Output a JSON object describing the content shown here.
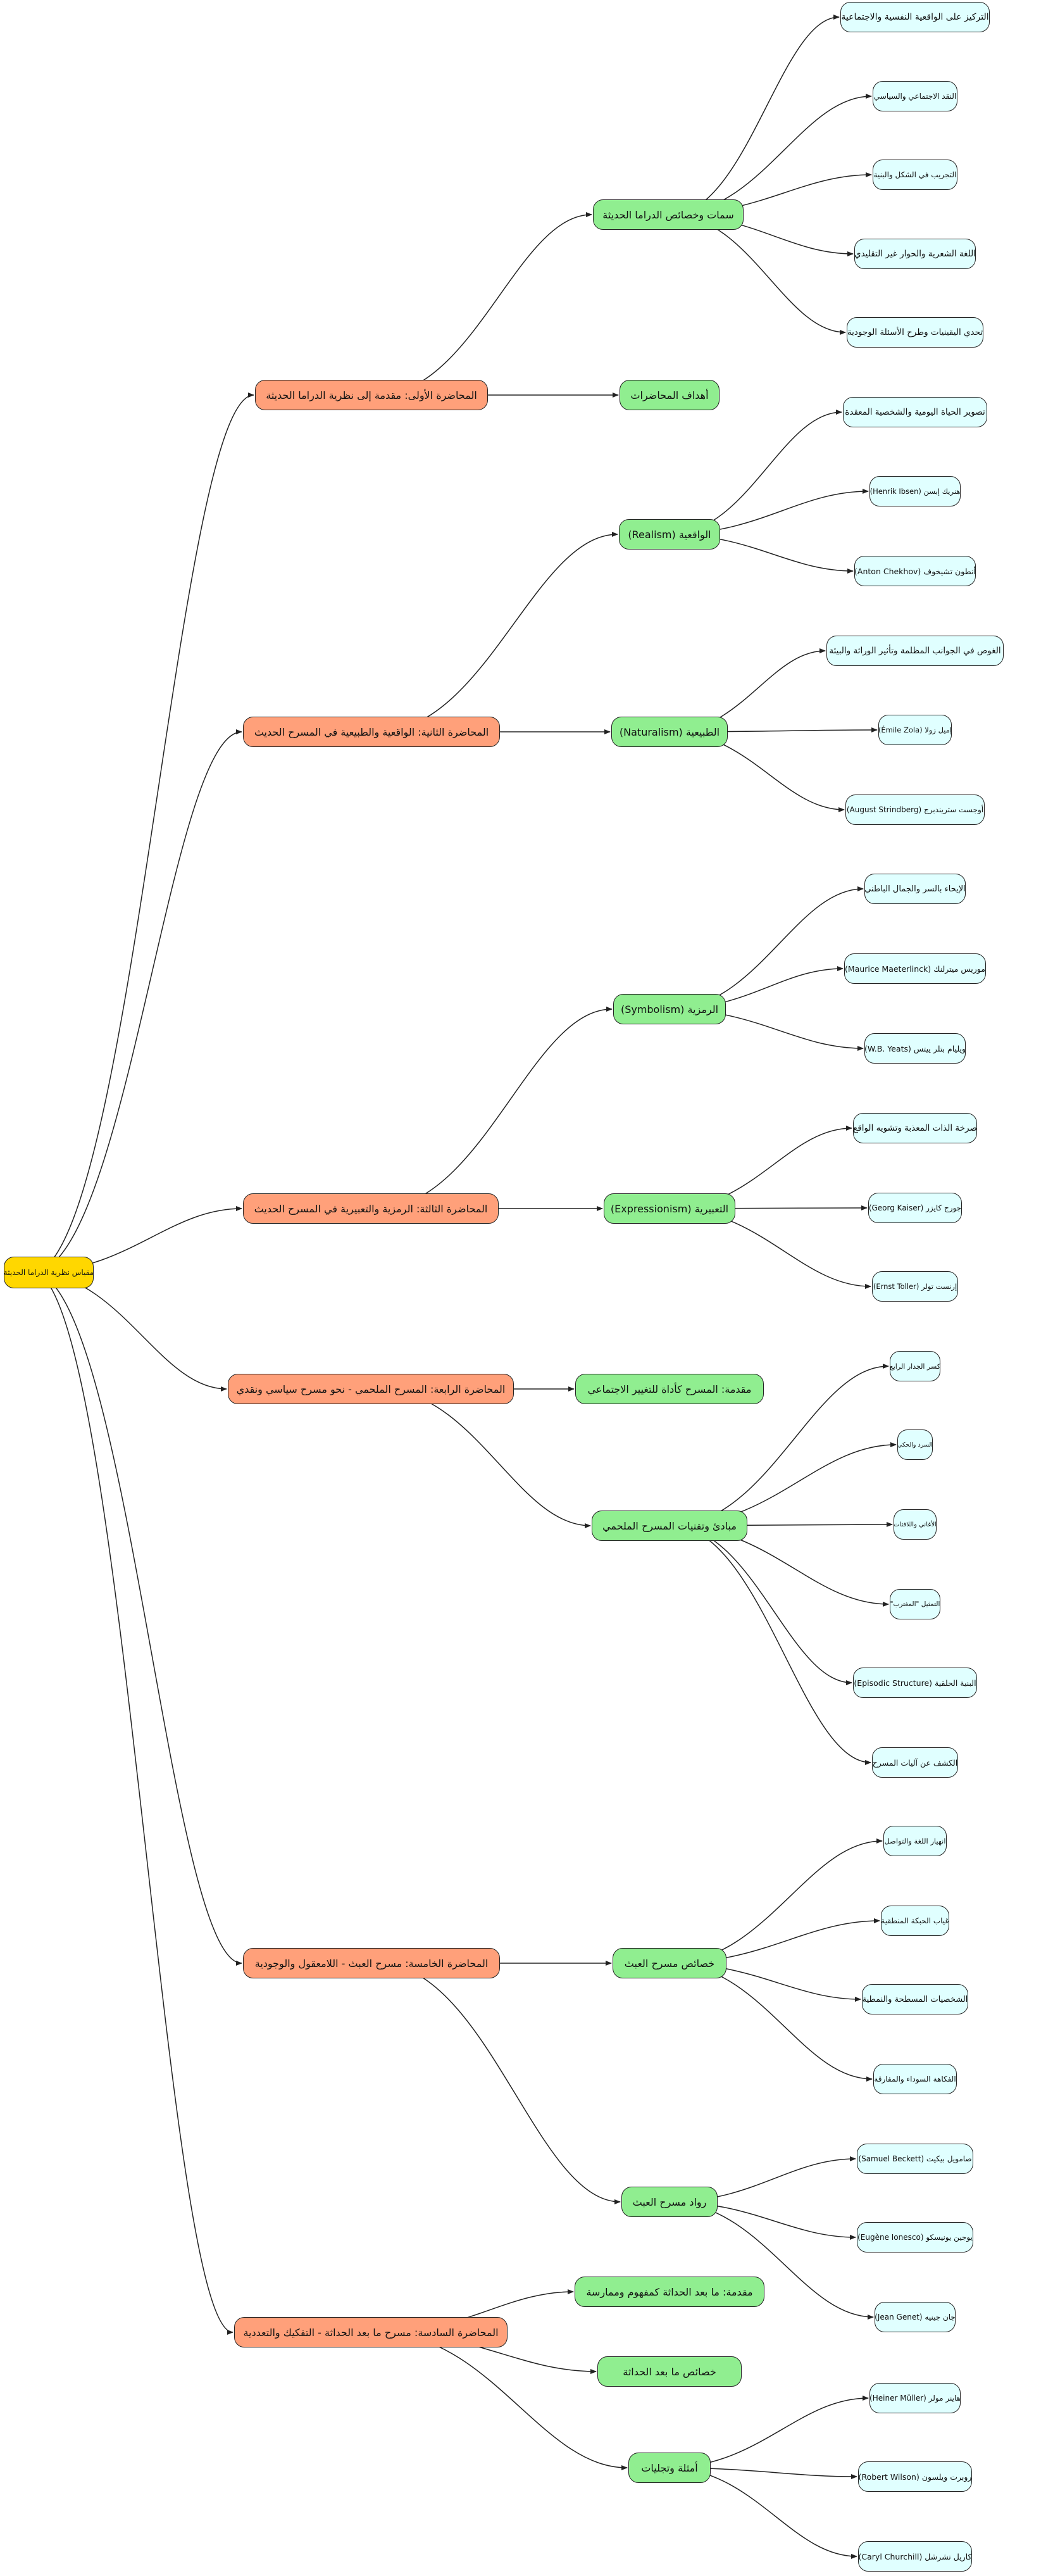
{
  "colors": {
    "root": "#FFD700",
    "lecture": "#FFA07A",
    "topic": "#90EE90",
    "detail": "#E0FFFF",
    "edge": "#222222"
  },
  "nodes": [
    {
      "id": "root",
      "level": 0,
      "label": "مقياس نظرية الدراما الحديثة"
    },
    {
      "id": "l1",
      "level": 1,
      "label": "المحاضرة الأولى: مقدمة إلى نظرية الدراما الحديثة"
    },
    {
      "id": "l2",
      "level": 1,
      "label": "المحاضرة الثانية: الواقعية والطبيعية في المسرح الحديث"
    },
    {
      "id": "l3",
      "level": 1,
      "label": "المحاضرة الثالثة: الرمزية والتعبيرية في المسرح الحديث"
    },
    {
      "id": "l4",
      "level": 1,
      "label": "المحاضرة الرابعة: المسرح الملحمي - نحو مسرح سياسي ونقدي"
    },
    {
      "id": "l5",
      "level": 1,
      "label": "المحاضرة الخامسة: مسرح العبث - اللامعقول والوجودية"
    },
    {
      "id": "l6",
      "level": 1,
      "label": "المحاضرة السادسة: مسرح ما بعد الحداثة - التفكيك والتعددية"
    },
    {
      "id": "t1a",
      "level": 2,
      "label": "سمات وخصائص الدراما الحديثة"
    },
    {
      "id": "t1b",
      "level": 2,
      "label": "أهداف المحاضرات"
    },
    {
      "id": "t2a",
      "level": 2,
      "label": "الواقعية (Realism)"
    },
    {
      "id": "t2b",
      "level": 2,
      "label": "الطبيعية (Naturalism)"
    },
    {
      "id": "t3a",
      "level": 2,
      "label": "الرمزية (Symbolism)"
    },
    {
      "id": "t3b",
      "level": 2,
      "label": "التعبيرية (Expressionism)"
    },
    {
      "id": "t4a",
      "level": 2,
      "label": "مقدمة: المسرح كأداة للتغيير الاجتماعي"
    },
    {
      "id": "t4b",
      "level": 2,
      "label": "مبادئ وتقنيات المسرح الملحمي"
    },
    {
      "id": "t5a",
      "level": 2,
      "label": "خصائص مسرح العبث"
    },
    {
      "id": "t5b",
      "level": 2,
      "label": "رواد مسرح العبث"
    },
    {
      "id": "t6a",
      "level": 2,
      "label": "مقدمة: ما بعد الحداثة كمفهوم وممارسة"
    },
    {
      "id": "t6b",
      "level": 2,
      "label": "خصائص ما بعد الحداثة"
    },
    {
      "id": "t6c",
      "level": 2,
      "label": "أمثلة وتجليات"
    },
    {
      "id": "d1",
      "level": 3,
      "label": "التركيز على الواقعية النفسية والاجتماعية"
    },
    {
      "id": "d2",
      "level": 3,
      "label": "النقد الاجتماعي والسياسي"
    },
    {
      "id": "d3",
      "level": 3,
      "label": "التجريب في الشكل والبنية"
    },
    {
      "id": "d4",
      "level": 3,
      "label": "اللغة الشعرية والحوار غير التقليدي"
    },
    {
      "id": "d5",
      "level": 3,
      "label": "تحدي اليقينيات وطرح الأسئلة الوجودية"
    },
    {
      "id": "d6",
      "level": 3,
      "label": "تصوير الحياة اليومية والشخصية المعقدة"
    },
    {
      "id": "d7",
      "level": 3,
      "label": "هنريك إبسن (Henrik Ibsen)"
    },
    {
      "id": "d8",
      "level": 3,
      "label": "أنطون تشيخوف (Anton Chekhov)"
    },
    {
      "id": "d9",
      "level": 3,
      "label": "الغوص في الجوانب المظلمة وتأثير الوراثة والبيئة"
    },
    {
      "id": "d10",
      "level": 3,
      "label": "إميل زولا (Émile Zola)"
    },
    {
      "id": "d11",
      "level": 3,
      "label": "أوجست ستريندبرج (August Strindberg)"
    },
    {
      "id": "d12",
      "level": 3,
      "label": "الإيحاء بالسر والجمال الباطني"
    },
    {
      "id": "d13",
      "level": 3,
      "label": "موريس ميترلنك (Maurice Maeterlinck)"
    },
    {
      "id": "d14",
      "level": 3,
      "label": "ويليام بتلر ييتس (W.B. Yeats)"
    },
    {
      "id": "d15",
      "level": 3,
      "label": "صرخة الذات المعذبة وتشويه الواقع"
    },
    {
      "id": "d16",
      "level": 3,
      "label": "جورج كايزر (Georg Kaiser)"
    },
    {
      "id": "d17",
      "level": 3,
      "label": "إرنست تولر (Ernst Toller)"
    },
    {
      "id": "d18",
      "level": 3,
      "label": "كسر الجدار الرابع"
    },
    {
      "id": "d19",
      "level": 3,
      "label": "السرد والحكي"
    },
    {
      "id": "d20",
      "level": 3,
      "label": "الأغاني واللافتات"
    },
    {
      "id": "d21",
      "level": 3,
      "label": "التمثيل \"المغترب\""
    },
    {
      "id": "d22",
      "level": 3,
      "label": "البنية الحلقية (Episodic Structure)"
    },
    {
      "id": "d23",
      "level": 3,
      "label": "الكشف عن آليات المسرح"
    },
    {
      "id": "d24",
      "level": 3,
      "label": "انهيار اللغة والتواصل"
    },
    {
      "id": "d25",
      "level": 3,
      "label": "غياب الحبكة المنطقية"
    },
    {
      "id": "d26",
      "level": 3,
      "label": "الشخصيات المسطحة والنمطية"
    },
    {
      "id": "d27",
      "level": 3,
      "label": "الفكاهة السوداء والمفارقة"
    },
    {
      "id": "d28",
      "level": 3,
      "label": "صامويل بيكيت (Samuel Beckett)"
    },
    {
      "id": "d29",
      "level": 3,
      "label": "يوجين يونيسكو (Eugène Ionesco)"
    },
    {
      "id": "d30",
      "level": 3,
      "label": "جان جينيه (Jean Genet)"
    },
    {
      "id": "d31",
      "level": 3,
      "label": "هاينر مولر (Heiner Müller)"
    },
    {
      "id": "d32",
      "level": 3,
      "label": "روبرت ويلسون (Robert Wilson)"
    },
    {
      "id": "d33",
      "level": 3,
      "label": "كاريل تشرشل (Caryl Churchill)"
    }
  ],
  "edges": [
    [
      "root",
      "l1"
    ],
    [
      "root",
      "l2"
    ],
    [
      "root",
      "l3"
    ],
    [
      "root",
      "l4"
    ],
    [
      "root",
      "l5"
    ],
    [
      "root",
      "l6"
    ],
    [
      "l1",
      "t1a"
    ],
    [
      "l1",
      "t1b"
    ],
    [
      "l2",
      "t2a"
    ],
    [
      "l2",
      "t2b"
    ],
    [
      "l3",
      "t3a"
    ],
    [
      "l3",
      "t3b"
    ],
    [
      "l4",
      "t4a"
    ],
    [
      "l4",
      "t4b"
    ],
    [
      "l5",
      "t5a"
    ],
    [
      "l5",
      "t5b"
    ],
    [
      "l6",
      "t6a"
    ],
    [
      "l6",
      "t6b"
    ],
    [
      "l6",
      "t6c"
    ],
    [
      "t1a",
      "d1"
    ],
    [
      "t1a",
      "d2"
    ],
    [
      "t1a",
      "d3"
    ],
    [
      "t1a",
      "d4"
    ],
    [
      "t1a",
      "d5"
    ],
    [
      "t2a",
      "d6"
    ],
    [
      "t2a",
      "d7"
    ],
    [
      "t2a",
      "d8"
    ],
    [
      "t2b",
      "d9"
    ],
    [
      "t2b",
      "d10"
    ],
    [
      "t2b",
      "d11"
    ],
    [
      "t3a",
      "d12"
    ],
    [
      "t3a",
      "d13"
    ],
    [
      "t3a",
      "d14"
    ],
    [
      "t3b",
      "d15"
    ],
    [
      "t3b",
      "d16"
    ],
    [
      "t3b",
      "d17"
    ],
    [
      "t4b",
      "d18"
    ],
    [
      "t4b",
      "d19"
    ],
    [
      "t4b",
      "d20"
    ],
    [
      "t4b",
      "d21"
    ],
    [
      "t4b",
      "d22"
    ],
    [
      "t4b",
      "d23"
    ],
    [
      "t5a",
      "d24"
    ],
    [
      "t5a",
      "d25"
    ],
    [
      "t5a",
      "d26"
    ],
    [
      "t5a",
      "d27"
    ],
    [
      "t5b",
      "d28"
    ],
    [
      "t5b",
      "d29"
    ],
    [
      "t5b",
      "d30"
    ],
    [
      "t6c",
      "d31"
    ],
    [
      "t6c",
      "d32"
    ],
    [
      "t6c",
      "d33"
    ]
  ]
}
